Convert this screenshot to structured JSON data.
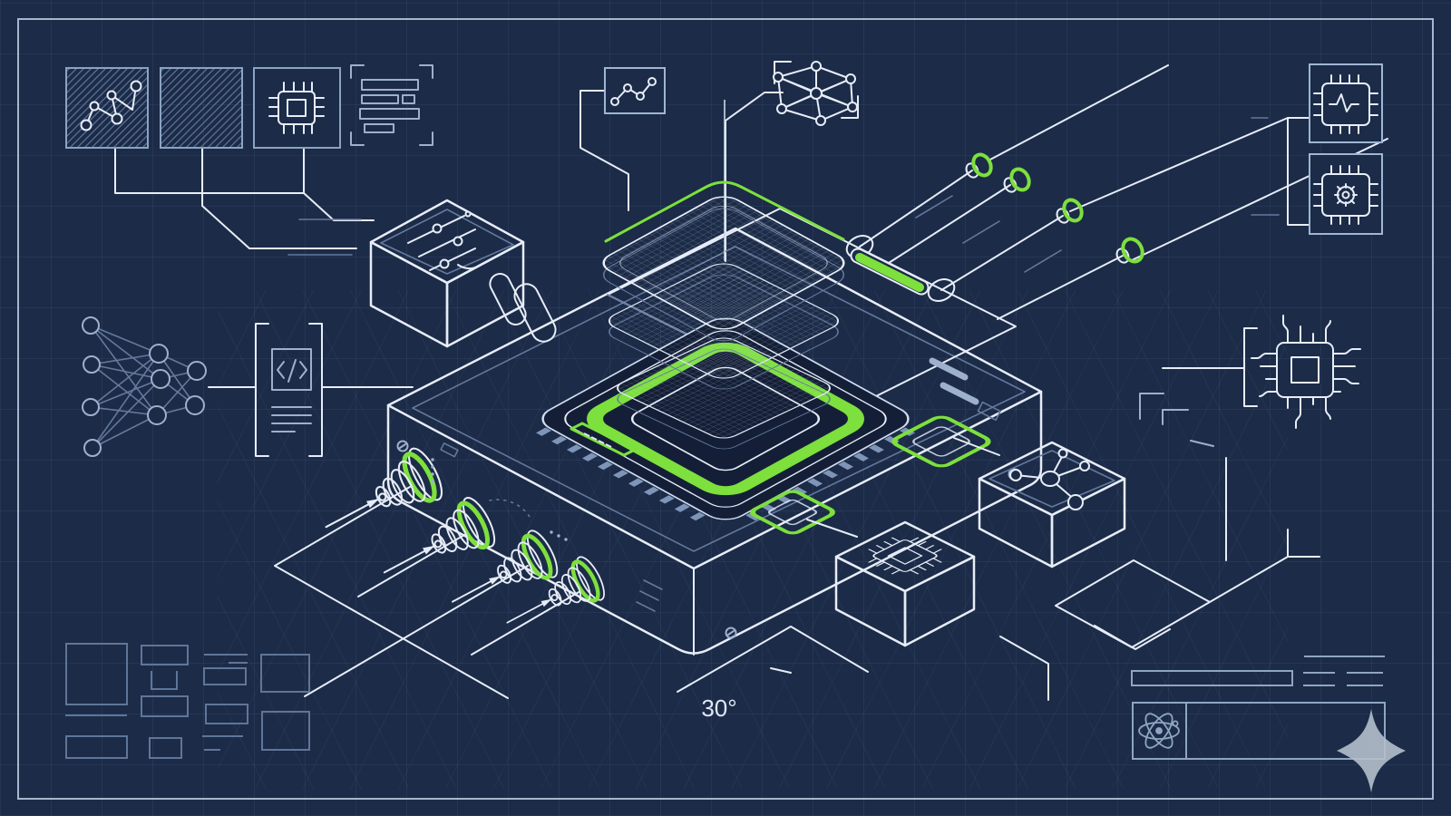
{
  "meta": {
    "kind": "technical-blueprint-illustration",
    "subject": "Isometric exploded view of an AI processor module on a blueprint background"
  },
  "palette": {
    "background": "#1c2b47",
    "grid_line": "#31466b",
    "frame": "#cdd9ec",
    "line_bright": "#e7edf8",
    "line_dim": "#64799d",
    "accent_green": "#7de03d",
    "sparkle_gray": "#b5bfcc"
  },
  "annotations": {
    "angle_label": "30°"
  },
  "icons": [
    "node-graph-icon",
    "hatched-swatch",
    "cpu-chip-icon",
    "text-lines-icon",
    "line-chart-icon",
    "network-mesh-icon",
    "pulse-chip-icon",
    "gear-chip-icon",
    "neural-network-icon",
    "code-block-icon",
    "circuit-chip-icon",
    "sliders-icon",
    "microchip-icon",
    "molecule-icon",
    "atom-icon",
    "sparkle-icon"
  ]
}
